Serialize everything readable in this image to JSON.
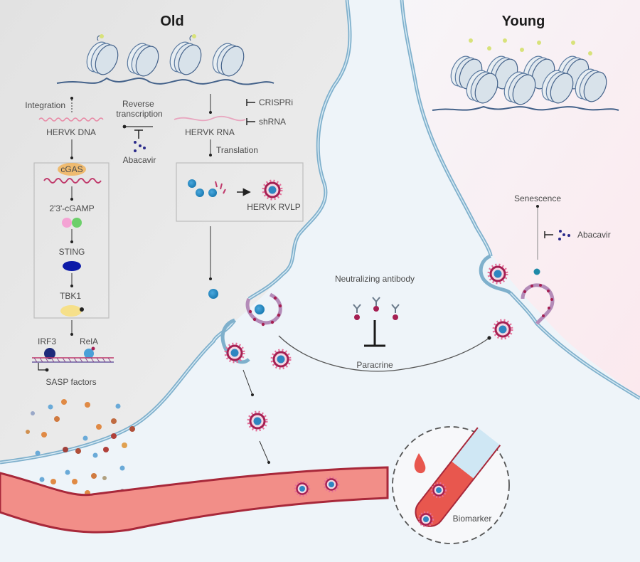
{
  "panels": {
    "old_title": "Old",
    "young_title": "Young"
  },
  "old_cell": {
    "integration": "Integration",
    "hervk_dna": "HERVK DNA",
    "reverse_transcription_line1": "Reverse",
    "reverse_transcription_line2": "transcription",
    "abacavir": "Abacavir",
    "crispri": "CRISPRi",
    "shrna": "shRNA",
    "hervk_rna": "HERVK RNA",
    "translation": "Translation",
    "hervk_rvlp": "HERVK RVLP",
    "pathway": {
      "cgas": "cGAS",
      "cgamp": "2'3'-cGAMP",
      "sting": "STING",
      "tbk1": "TBK1",
      "irf3": "IRF3",
      "rela": "RelA",
      "sasp_factors": "SASP factors"
    }
  },
  "extracellular": {
    "neutralizing_antibody": "Neutralizing antibody",
    "paracrine": "Paracrine"
  },
  "young_cell": {
    "senescence": "Senescence",
    "abacavir": "Abacavir"
  },
  "blood": {
    "biomarker": "Biomarker"
  },
  "colors": {
    "membrane": "#7fb0cc",
    "virus_ring": "#b0245a",
    "virus_core": "#2e86c1",
    "vessel": "#f08a84",
    "vessel_edge": "#a8283a",
    "abacavir": "#2a2a8a"
  }
}
